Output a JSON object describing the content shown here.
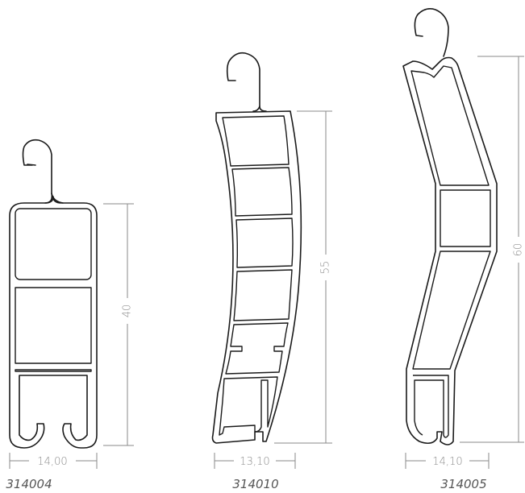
{
  "profiles": [
    {
      "code": "314004",
      "height_label": "40",
      "width_label": "14,00"
    },
    {
      "code": "314010",
      "height_label": "55",
      "width_label": "13,10"
    },
    {
      "code": "314005",
      "height_label": "60",
      "width_label": "14,10"
    }
  ]
}
